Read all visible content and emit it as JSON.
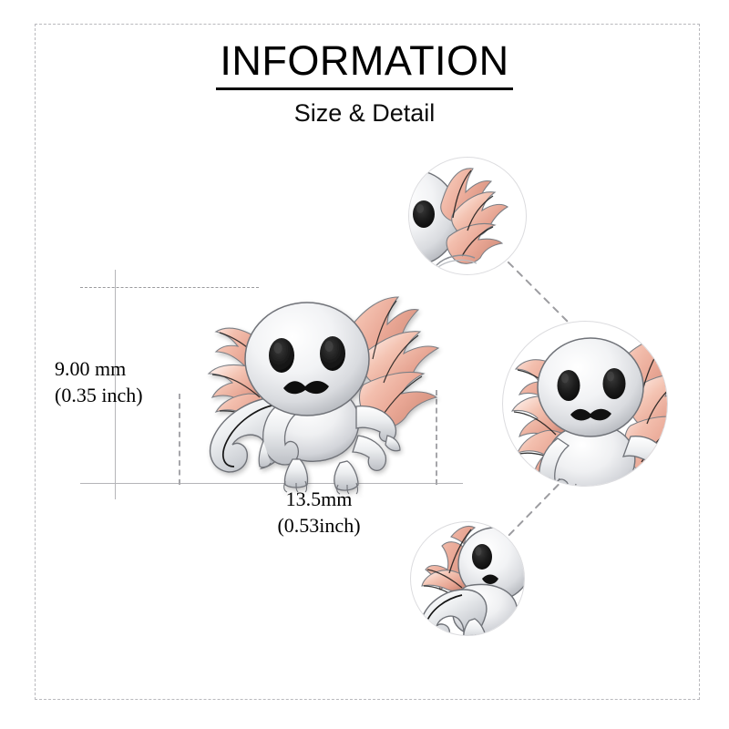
{
  "page": {
    "background_color": "#ffffff",
    "frame_style": "dashed",
    "frame_color": "#b9b9bd"
  },
  "header": {
    "title": "INFORMATION",
    "subtitle": "Size & Detail"
  },
  "measurements": {
    "height": {
      "primary": "9.00 mm",
      "secondary": "(0.35 inch)"
    },
    "width": {
      "primary": "13.5mm",
      "secondary": "(0.53inch)"
    }
  },
  "product": {
    "name": "axolotl-charm",
    "body_color": "#e9eaec",
    "body_highlight": "#ffffff",
    "body_shadow": "#a9acb2",
    "gill_color": "#eeab9a",
    "gill_highlight": "#fbdfd6",
    "gill_shadow": "#d08b79",
    "outline_color": "#6f7278",
    "eye_color": "#141414",
    "mouth_color": "#111111"
  },
  "callouts": [
    {
      "name": "detail-gills-eye",
      "label": "gills-and-eye-closeup"
    },
    {
      "name": "detail-face",
      "label": "face-closeup"
    },
    {
      "name": "detail-tail",
      "label": "tail-closeup"
    }
  ],
  "watermark": {
    "text": ""
  }
}
